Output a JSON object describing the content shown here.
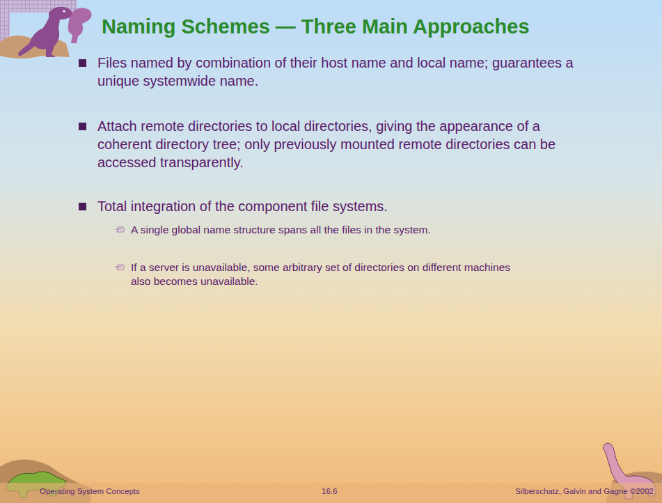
{
  "diagram": {
    "title": "Naming Schemes — Three Main Approaches",
    "labels": [
      "Files named by combination of their host name and local name; guarantees a unique systemwide name.",
      "Attach remote directories to local directories, giving the appearance of a coherent directory tree; only previously mounted remote directories can be accessed transparently.",
      "Total integration of the component file systems.",
      "A single global name structure spans all the files in the system.",
      "If a server is unavailable, some arbitrary set of directories on different machines also becomes unavailable.",
      "Operating System Concepts",
      "16.6",
      "Silberschatz, Galvin and Gagne ©2002"
    ]
  }
}
